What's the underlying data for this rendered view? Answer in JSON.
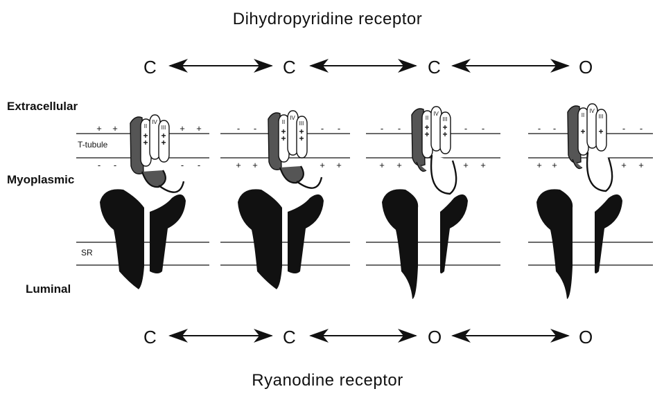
{
  "title_top": "Dihydropyridine  receptor",
  "title_bottom": "Ryanodine  receptor",
  "labels": {
    "extracellular": "Extracellular",
    "ttubule": "T-tubule",
    "myoplasmic": "Myoplasmic",
    "sr": "SR",
    "luminal": "Luminal"
  },
  "dhpr_states": [
    "C",
    "C",
    "C",
    "O"
  ],
  "ryr_states": [
    "C",
    "C",
    "O",
    "O"
  ],
  "domain_labels": [
    "II",
    "IV",
    "III"
  ],
  "charges": {
    "plus": "+",
    "minus": "-"
  },
  "colors": {
    "ink": "#111111",
    "shade": "#555555",
    "paper": "#ffffff"
  }
}
